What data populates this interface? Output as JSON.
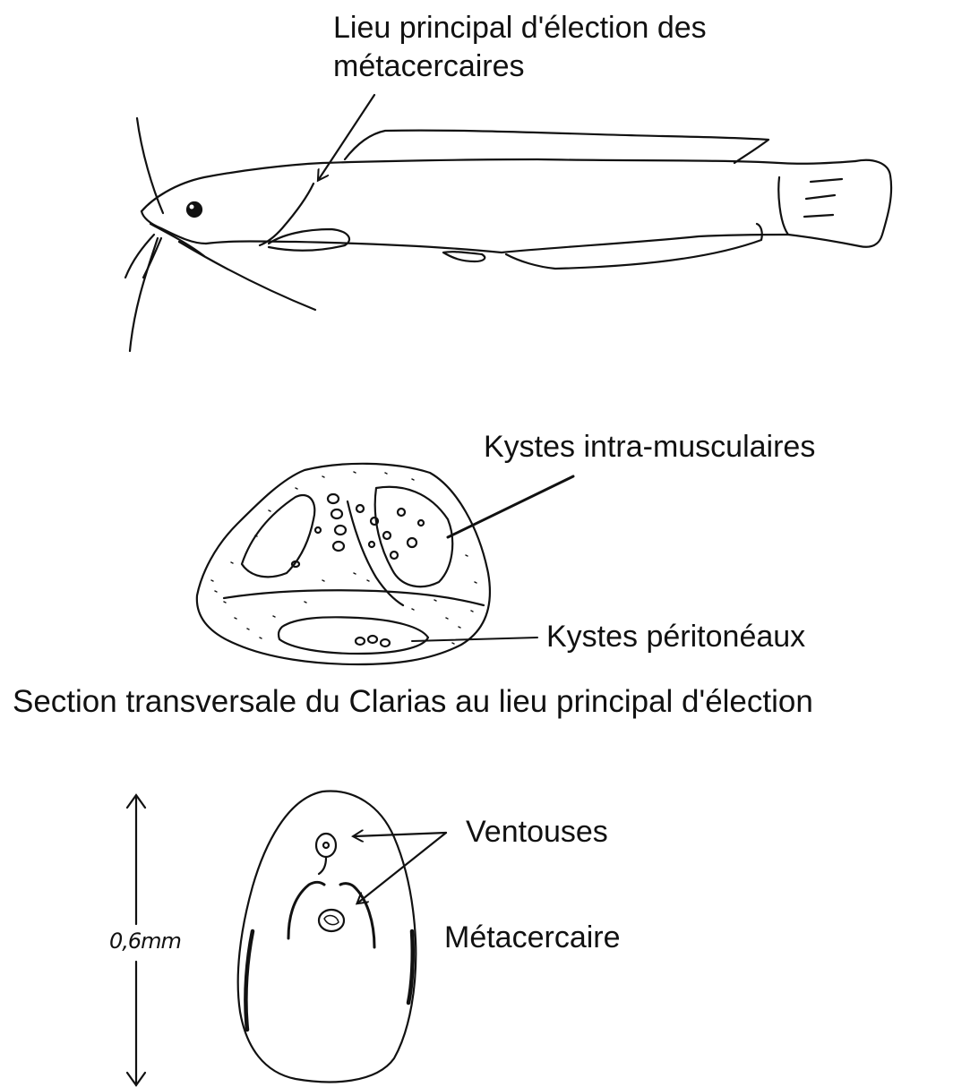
{
  "figure": {
    "fish_label_line1": "Lieu principal d'élection des",
    "fish_label_line2": "métacercaires",
    "intra_label": "Kystes intra-musculaires",
    "perit_label": "Kystes péritonéaux",
    "section_caption": "Section transversale du Clarias au lieu principal d'élection",
    "ventouses_label": "Ventouses",
    "metacercaire_label": "Métacercaire",
    "scale_label": "0,6mm"
  },
  "colors": {
    "ink": "#111111",
    "background": "#ffffff"
  }
}
